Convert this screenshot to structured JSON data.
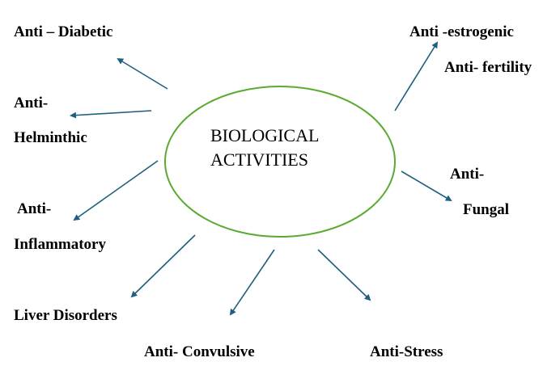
{
  "center": {
    "line1": "BIOLOGICAL",
    "line2": "ACTIVITIES"
  },
  "labels": {
    "anti_diabetic": "Anti – Diabetic",
    "anti_helminthic_1": "Anti-",
    "anti_helminthic_2": "Helminthic",
    "anti_inflammatory_1": "Anti-",
    "anti_inflammatory_2": "Inflammatory",
    "liver": "Liver Disorders",
    "anti_convulsive": "Anti- Convulsive",
    "anti_stress": "Anti-Stress",
    "anti_fungal_1": "Anti-",
    "anti_fungal_2": "Fungal",
    "anti_estrogenic": "Anti -estrogenic",
    "anti_fertility": "Anti- fertility"
  },
  "colors": {
    "ellipse": "#5aaa32",
    "arrow": "#1f5f80"
  }
}
